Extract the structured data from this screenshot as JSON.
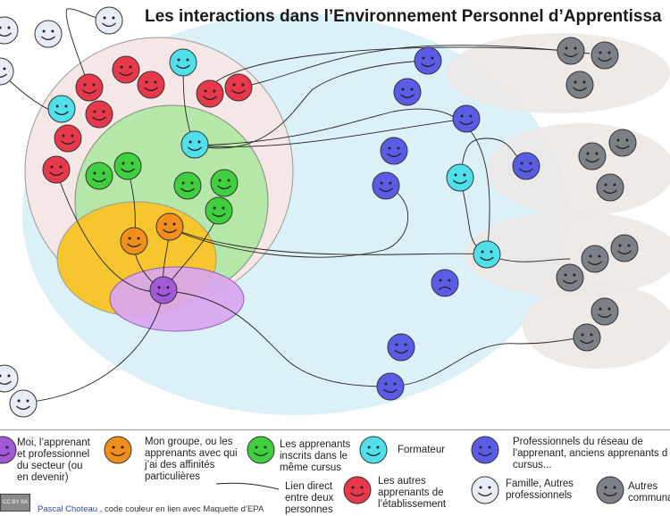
{
  "title": "Les interactions dans l’Environnement Personnel d’Apprentissa",
  "colors": {
    "moi": "#a259d6",
    "groupe": "#f28f1a",
    "cursus": "#3fcf3f",
    "formateur": "#4fe0ec",
    "reseau": "#5a5ce6",
    "autres_etab": "#e8384b",
    "famille": "#e8ecf4",
    "communautes": "#7d8187"
  },
  "legend": [
    {
      "key": "moi",
      "icon": "purple-smiley-icon",
      "lines": [
        "Moi, l’apprenant",
        "et professionnel",
        "du secteur (ou",
        "en devenir)"
      ]
    },
    {
      "key": "groupe",
      "icon": "orange-smiley-icon",
      "lines": [
        "Mon groupe, ou les",
        "apprenants avec qui",
        "j’ai des affinités",
        "particulières"
      ]
    },
    {
      "key": "cursus",
      "icon": "green-smiley-icon",
      "lines": [
        "Les apprenants",
        "inscrits dans le",
        "même cursus"
      ]
    },
    {
      "key": "formateur",
      "icon": "cyan-smiley-icon",
      "lines": [
        "Formateur"
      ]
    },
    {
      "key": "reseau",
      "icon": "blue-smiley-icon",
      "lines": [
        "Professionnels du réseau de",
        "l’apprenant, anciens apprenants d",
        "cursus..."
      ]
    },
    {
      "key": "lien",
      "icon": "line-icon",
      "lines": [
        "Lien direct",
        "entre deux",
        "personnes"
      ]
    },
    {
      "key": "autres_etab",
      "icon": "red-smiley-icon",
      "lines": [
        "Les autres",
        "apprenants de",
        "l’établissement"
      ]
    },
    {
      "key": "famille",
      "icon": "white-smiley-icon",
      "lines": [
        "Famille, Autres",
        "professionnels"
      ]
    },
    {
      "key": "communautes",
      "icon": "gray-smiley-icon",
      "lines": [
        "Autres",
        "communa"
      ]
    }
  ],
  "footer": {
    "author": "Pascal Choteau",
    "text": " , code couleur en lien avec Maquette d’EPA"
  },
  "license_badge": "CC BY SA"
}
